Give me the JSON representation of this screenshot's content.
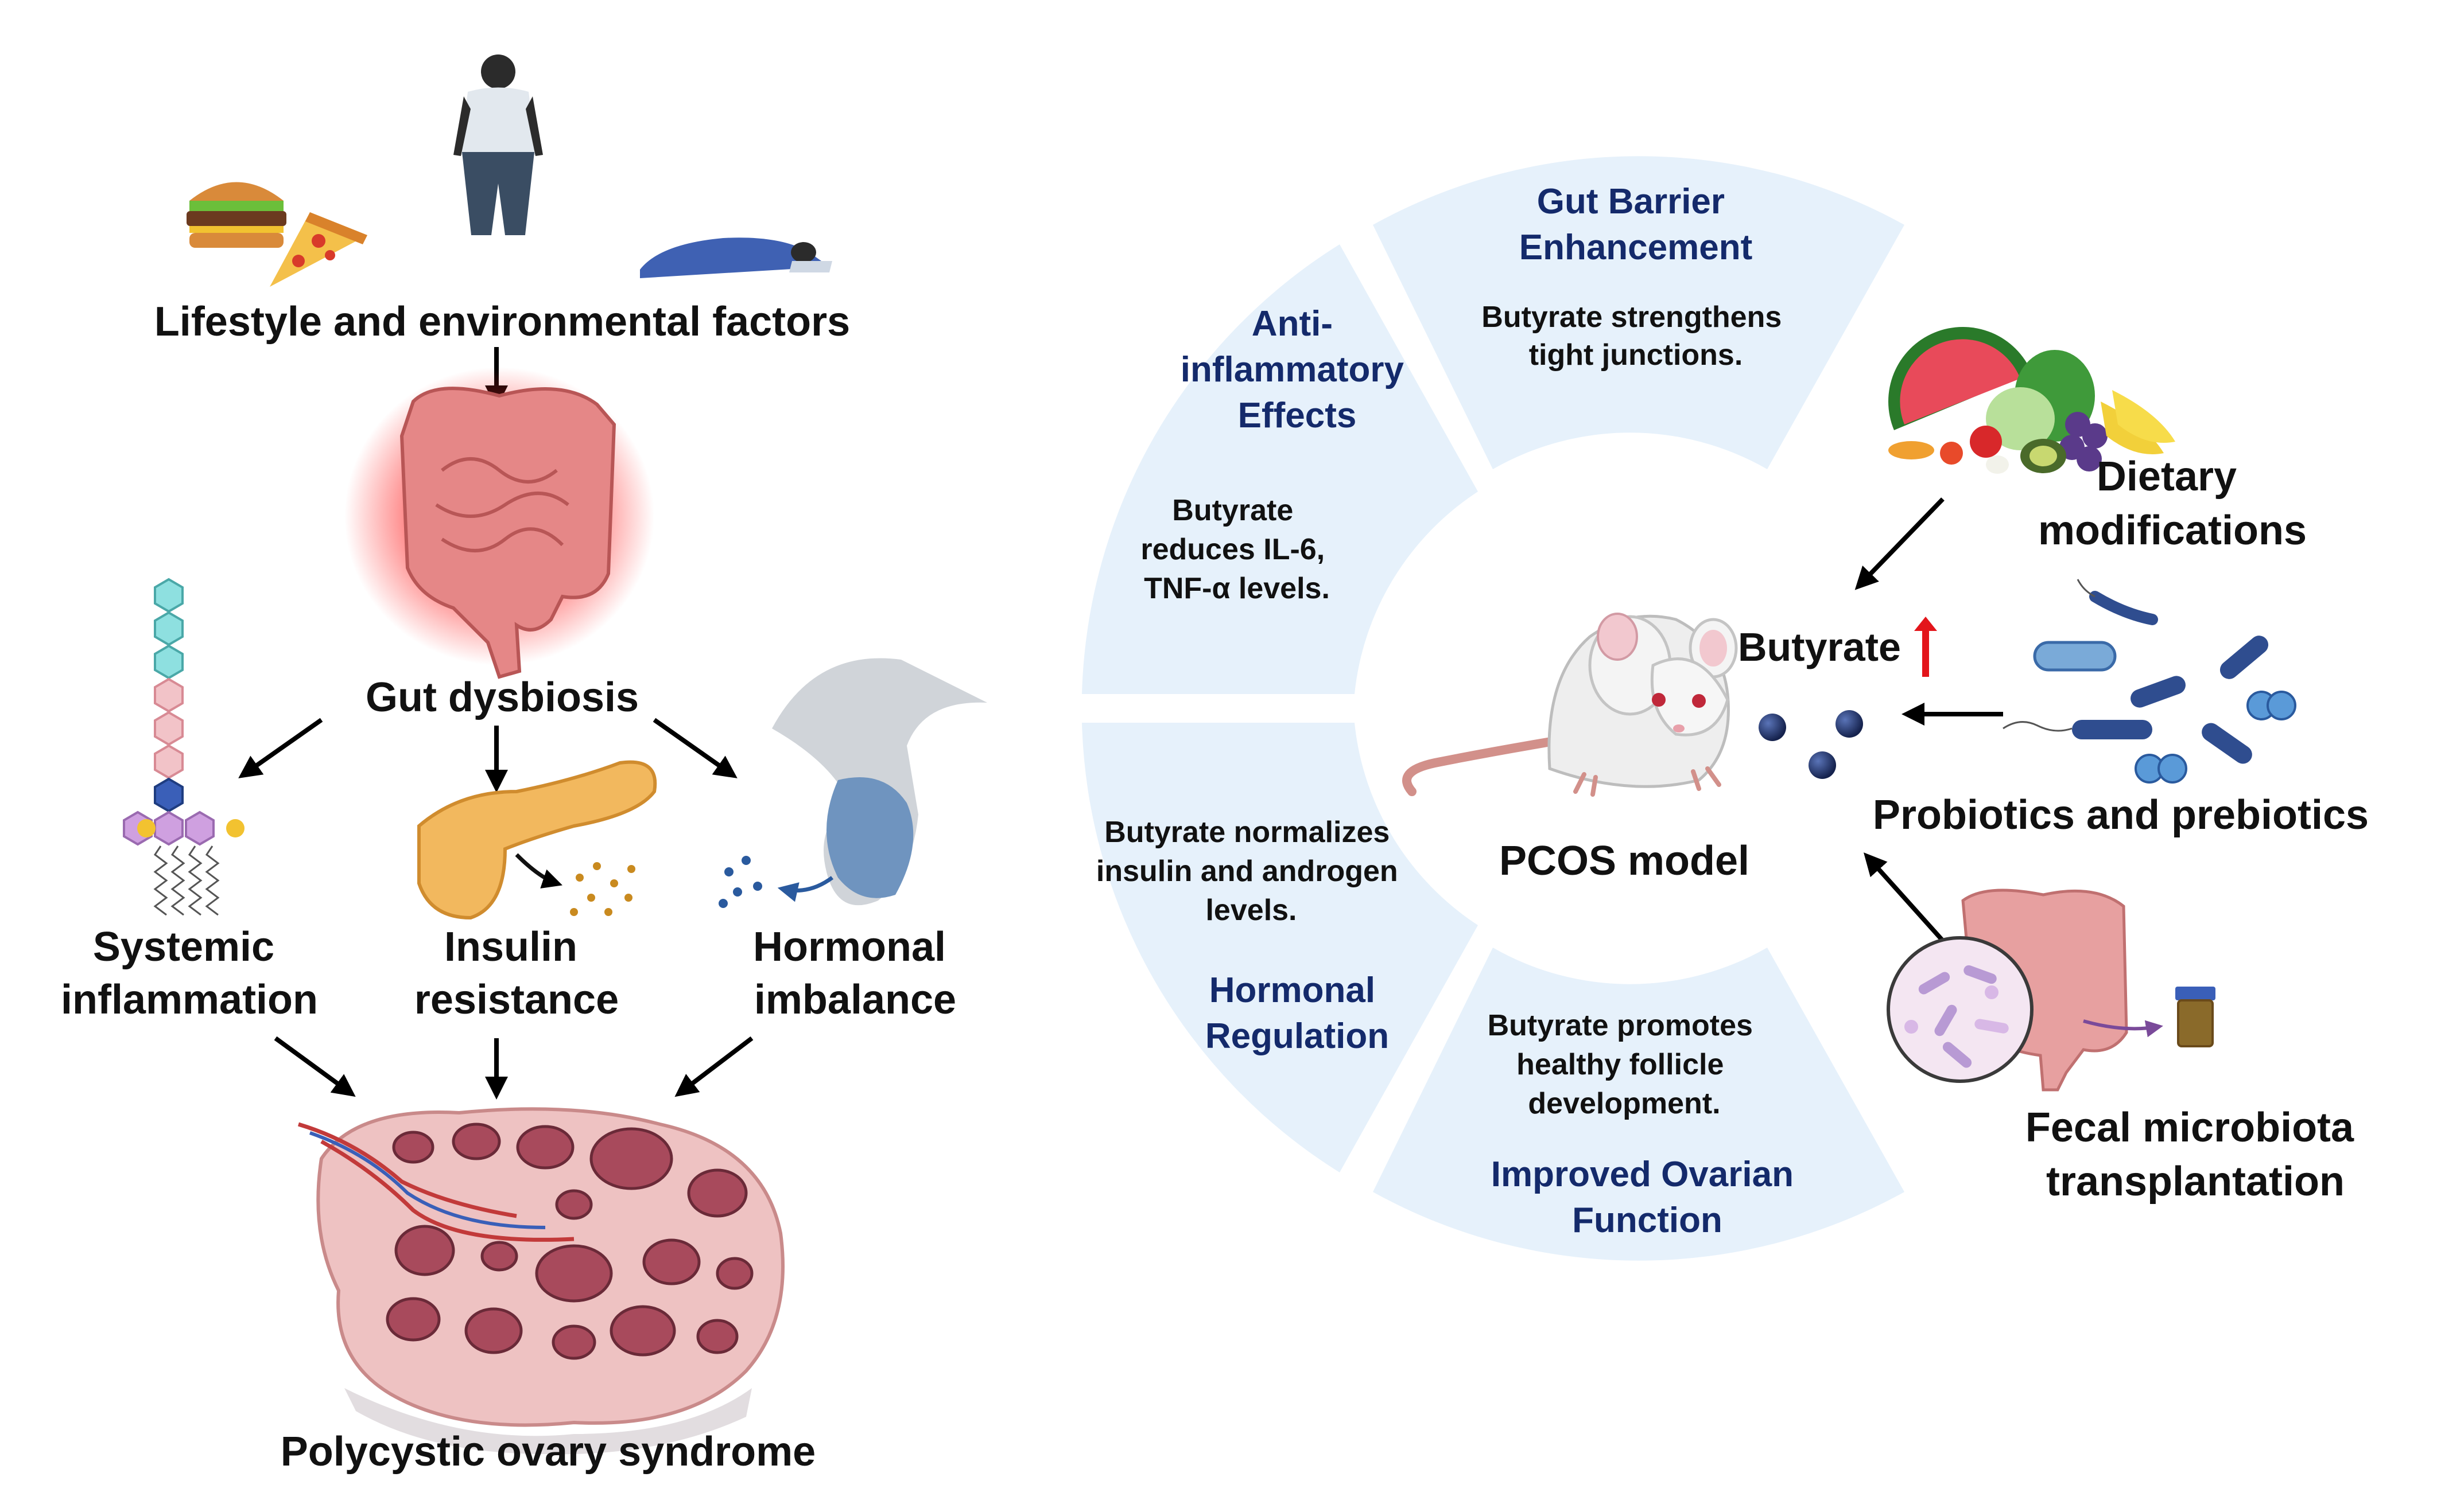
{
  "left_panel": {
    "lifestyle_label": "Lifestyle and environmental factors",
    "dysbiosis_label": "Gut dysbiosis",
    "inflammation_label": [
      "Systemic",
      "inflammation"
    ],
    "insulin_label": [
      "Insulin",
      "resistance"
    ],
    "hormonal_label": [
      "Hormonal",
      "imbalance"
    ],
    "pcos_label": "Polycystic ovary syndrome"
  },
  "wheel": {
    "center_label": "PCOS model",
    "butyrate_label": "Butyrate",
    "segments": [
      {
        "title": [
          "Gut Barrier",
          "Enhancement"
        ],
        "body": [
          "Butyrate strengthens",
          "tight junctions."
        ]
      },
      {
        "title": [
          "Anti-",
          "inflammatory",
          "Effects"
        ],
        "body": [
          "Butyrate",
          "reduces IL-6,",
          "TNF-α levels."
        ]
      },
      {
        "title": [
          "Hormonal",
          "Regulation"
        ],
        "body": [
          "Butyrate normalizes",
          "insulin and androgen",
          "levels."
        ]
      },
      {
        "title": [
          "Improved Ovarian",
          "Function"
        ],
        "body": [
          "Butyrate promotes",
          "healthy follicle",
          "development."
        ]
      }
    ]
  },
  "interventions": {
    "dietary_label": [
      "Dietary",
      "modifications"
    ],
    "probiotics_label": "Probiotics and prebiotics",
    "fmt_label": [
      "Fecal microbiota",
      "transplantation"
    ]
  },
  "colors": {
    "segment_fill": "#e6f1fb",
    "segment_title": "#142a6b",
    "arrow": "#000000",
    "arrow_up_red": "#e3151b",
    "gut_pink": "#e58787",
    "gut_glow": "#ff3a3a",
    "ovary": "#eec2c2",
    "cyst": "#a84a5c",
    "pancreas": "#f2b85e",
    "bacteria_blue": "#2f4d8f",
    "butyrate_ball": "#1f2f63"
  },
  "icons": [
    "burger-icon",
    "pizza-icon",
    "person-icon",
    "sleeping-person-icon",
    "intestine-icon",
    "lipid-chain-icon",
    "pancreas-icon",
    "pituitary-icon",
    "ovary-icon",
    "rat-icon",
    "fruit-vegetables-icon",
    "bacteria-icon",
    "fecal-sample-icon",
    "magnifier-icon"
  ]
}
